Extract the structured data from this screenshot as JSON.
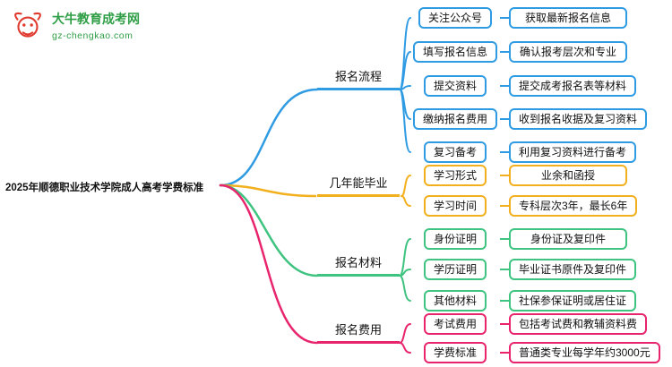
{
  "logo": {
    "brand": "大牛教育成考网",
    "domain": "gz-chengkao.com"
  },
  "root": {
    "title": "2025年顺德职业技术学院成人高考学费标准"
  },
  "colors": {
    "branch_process": "#2F9BE3",
    "branch_years": "#F2B01E",
    "branch_materials": "#3FC380",
    "branch_fees": "#E8246D",
    "brand_green": "#2F9E46",
    "logo_red": "#E03A2F"
  },
  "branches": [
    {
      "label": "报名流程",
      "color": "#2F9BE3",
      "children": [
        {
          "label": "关注公众号",
          "value": "获取最新报名信息"
        },
        {
          "label": "填写报名信息",
          "value": "确认报考层次和专业"
        },
        {
          "label": "提交资料",
          "value": "提交成考报名表等材料"
        },
        {
          "label": "缴纳报名费用",
          "value": "收到报名收据及复习资料"
        },
        {
          "label": "复习备考",
          "value": "利用复习资料进行备考"
        }
      ]
    },
    {
      "label": "几年能毕业",
      "color": "#F2B01E",
      "children": [
        {
          "label": "学习形式",
          "value": "业余和函授"
        },
        {
          "label": "学习时间",
          "value": "专科层次3年，最长6年"
        }
      ]
    },
    {
      "label": "报名材料",
      "color": "#3FC380",
      "children": [
        {
          "label": "身份证明",
          "value": "身份证及复印件"
        },
        {
          "label": "学历证明",
          "value": "毕业证书原件及复印件"
        },
        {
          "label": "其他材料",
          "value": "社保参保证明或居住证"
        }
      ]
    },
    {
      "label": "报名费用",
      "color": "#E8246D",
      "children": [
        {
          "label": "考试费用",
          "value": "包括考试费和教辅资料费"
        },
        {
          "label": "学费标准",
          "value": "普通类专业每学年约3000元"
        }
      ]
    }
  ]
}
